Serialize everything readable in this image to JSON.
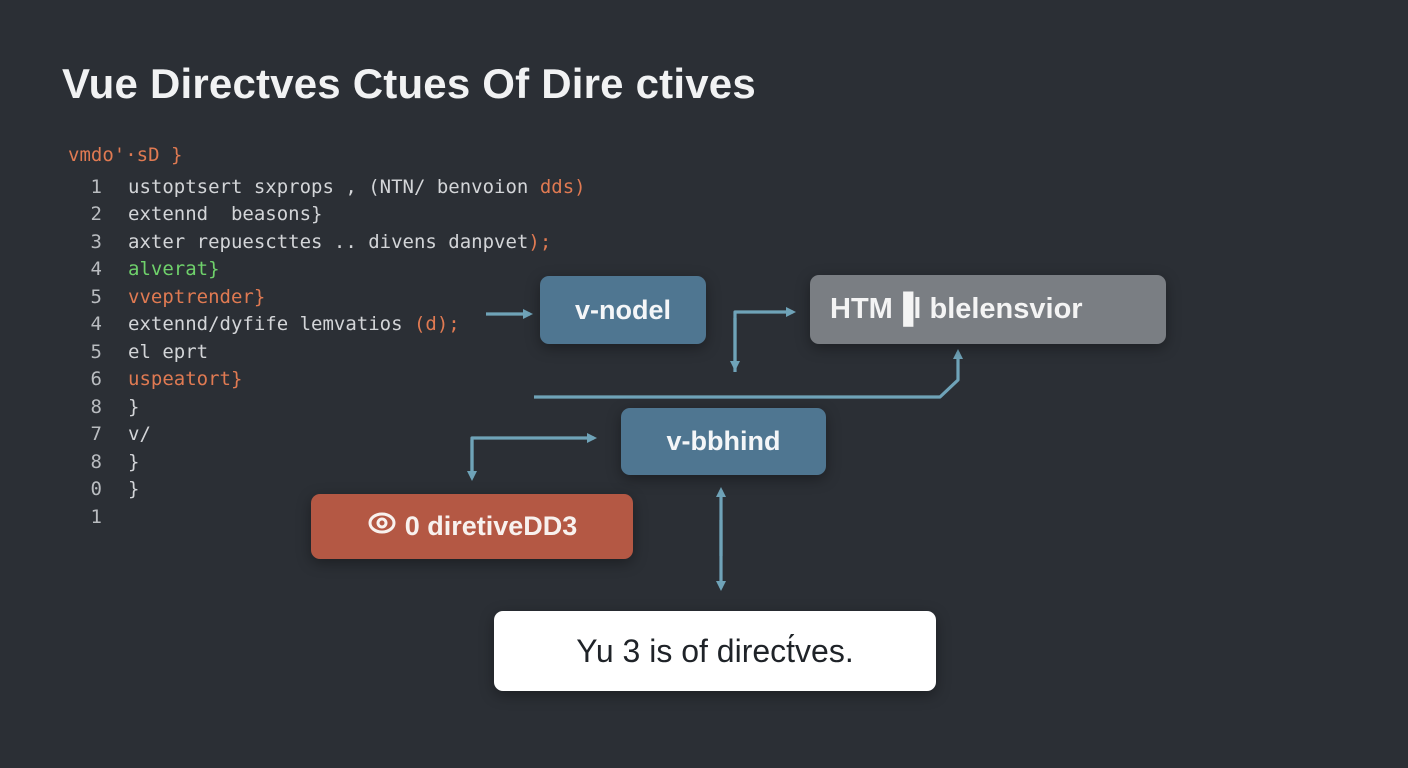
{
  "title": "Vue Directves Ctues Of Dire ctives",
  "code": {
    "header": "vmdo'·sD }",
    "lines": [
      {
        "num": "1",
        "color": "plain",
        "text": "ustoptsert sxprops , (NTN/ benvoion ",
        "tail": "dds)"
      },
      {
        "num": "2",
        "color": "plain",
        "text": "extennd  beasons}",
        "tail": ""
      },
      {
        "num": "3",
        "color": "plain",
        "text": "axter repuescttes .. divens danpvet",
        "tail": ");"
      },
      {
        "num": "4",
        "color": "green",
        "text": "alverat}",
        "tail": ""
      },
      {
        "num": "5",
        "color": "orange",
        "text": "vveptrender}",
        "tail": ""
      },
      {
        "num": "4",
        "color": "plain",
        "text": "extennd/dyfife lemvatios ",
        "tail": "(d);"
      },
      {
        "num": "5",
        "color": "plain",
        "text": "el eprt",
        "tail": ""
      },
      {
        "num": "6",
        "color": "orange",
        "text": "uspeatort}",
        "tail": ""
      },
      {
        "num": "8",
        "color": "plain",
        "text": "}",
        "tail": ""
      },
      {
        "num": "7",
        "color": "plain",
        "text": "v/",
        "tail": ""
      },
      {
        "num": "8",
        "color": "plain",
        "text": "}",
        "tail": ""
      },
      {
        "num": "0",
        "color": "plain",
        "text": "}",
        "tail": ""
      },
      {
        "num": "1",
        "color": "plain",
        "text": "",
        "tail": ""
      }
    ]
  },
  "nodes": {
    "vmodel": "v-nodel",
    "html_behavior": "HTM▐l blelensvior",
    "vbind": "v-bbhind",
    "directive": "0 diretiveDD3",
    "caption": "Yu  3 is of direct́ves."
  },
  "colors": {
    "background": "#2b2f35",
    "arrow": "#6fa3b8",
    "blue_node": "#4f7691",
    "grey_node": "#7a7e83",
    "red_node": "#b45844",
    "code_orange": "#e07a52",
    "code_green": "#6fd16b"
  }
}
